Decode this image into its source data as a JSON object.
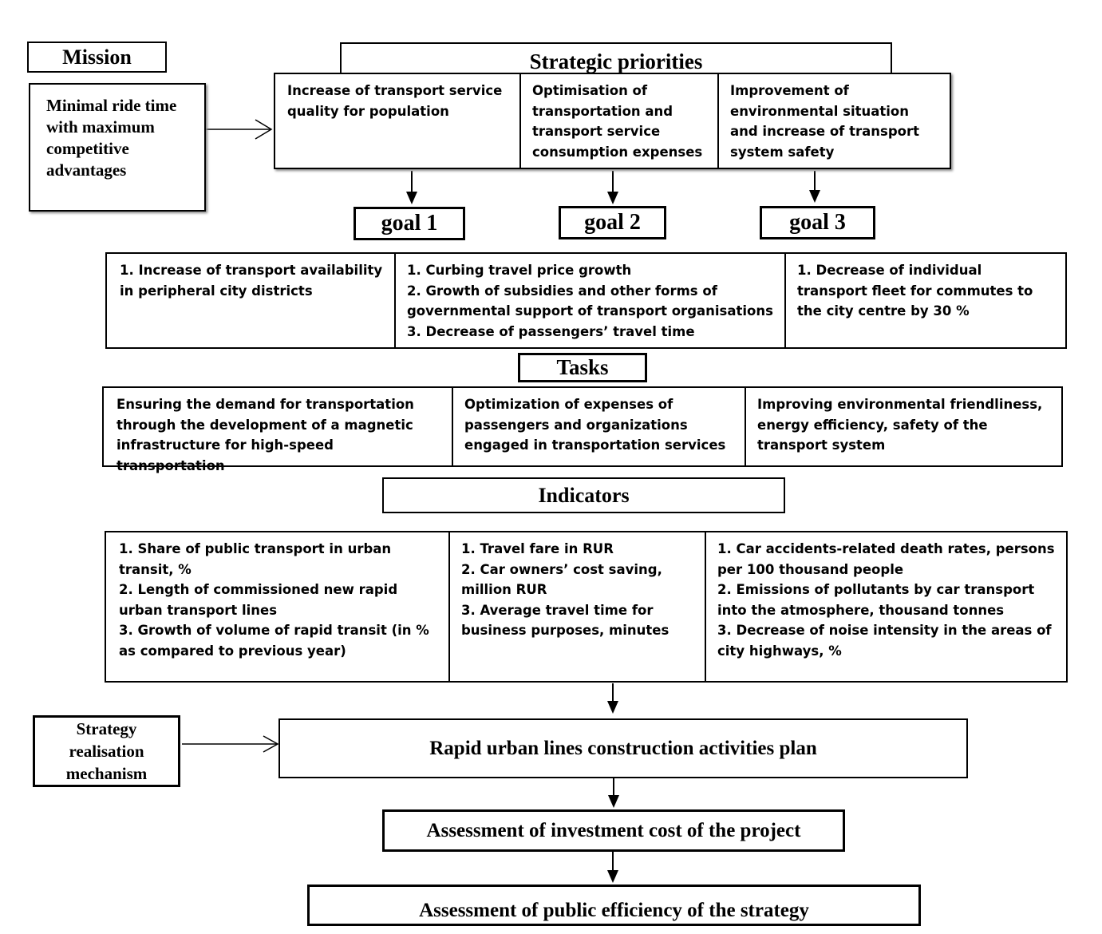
{
  "mission": {
    "label": "Mission",
    "text": "Minimal ride time with maximum competitive advantages"
  },
  "strategic_priorities": {
    "title": "Strategic priorities",
    "items": [
      "Increase of transport service quality for population",
      "Optimisation of transportation and transport service consumption expenses",
      "Improvement of environmental situation and increase of transport system safety"
    ]
  },
  "goals": {
    "labels": [
      "goal 1",
      "goal 2",
      "goal 3"
    ],
    "items": [
      [
        "1. Increase of transport availability in peripheral city districts"
      ],
      [
        "1. Curbing travel price growth",
        "2. Growth of subsidies and other forms of governmental support of transport organisations",
        "3. Decrease of passengers’ travel time"
      ],
      [
        "1. Decrease of individual transport fleet for commutes to the city centre by 30 %"
      ]
    ]
  },
  "tasks": {
    "title": "Tasks",
    "items": [
      "Ensuring the demand for transportation through the development of a magnetic infrastructure for high-speed transportation",
      "Optimization of expenses of passengers and organizations engaged in transportation services",
      "Improving environmental friendliness, energy efficiency, safety of the transport system"
    ]
  },
  "indicators": {
    "title": "Indicators",
    "items": [
      [
        "1. Share of public transport in urban transit, %",
        "2. Length of commissioned new rapid urban transport lines",
        "3. Growth of volume of rapid transit (in % as compared to previous year)"
      ],
      [
        "1. Travel fare in RUR",
        "2. Car owners’ cost saving, million RUR",
        "3. Average travel time for business purposes, minutes"
      ],
      [
        "1. Car accidents-related death rates, persons per 100 thousand people",
        "2. Emissions of pollutants by car transport into the atmosphere, thousand tonnes",
        "3. Decrease of noise intensity in the areas of city highways, %"
      ]
    ]
  },
  "mechanism": {
    "label": "Strategy realisation mechanism",
    "plan": "Rapid urban lines construction activities plan",
    "investment": "Assessment of investment cost of the project",
    "efficiency": "Assessment of public efficiency of the strategy"
  }
}
